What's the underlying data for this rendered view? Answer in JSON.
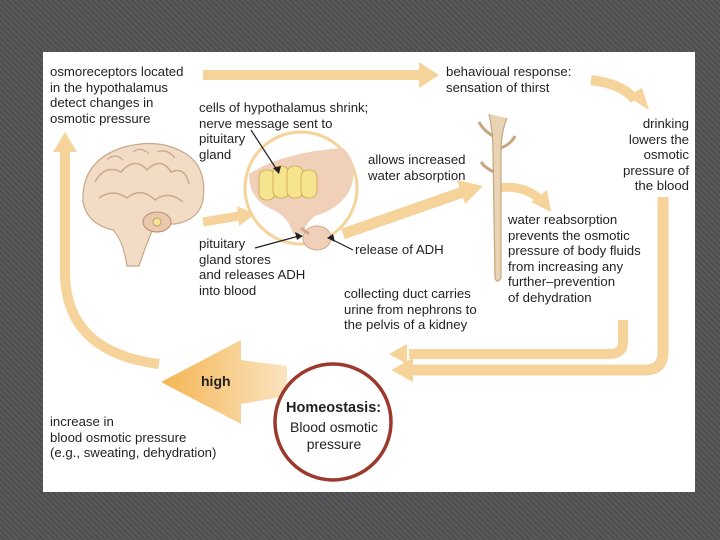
{
  "colors": {
    "arrow": "#f6d39a",
    "arrow_dark": "#f3b553",
    "circle_ring": "#9b3a2c",
    "text": "#231f20",
    "brain": "#f2dcc6",
    "gland": "#f0d0b8",
    "pituitary_yellow": "#f6e58e"
  },
  "labels": {
    "osmoreceptors": "osmoreceptors located\nin the hypothalamus\ndetect changes in\nosmotic pressure",
    "behavioural": "behavioual response:\nsensation of thirst",
    "drinking": "drinking\nlowers the\nosmotic\npressure of\nthe blood",
    "cells_shrink": "cells of hypothalamus shrink;\nnerve message sent to\npituitary\ngland",
    "allows_water": "allows increased\nwater absorption",
    "water_reabsorption": "water reabsorption\nprevents the osmotic\npressure of body fluids\nfrom increasing any\nfurther–prevention\nof dehydration",
    "pituitary_stores": "pituitary\ngland stores\nand releases ADH\ninto blood",
    "release_adh": "release of ADH",
    "collecting_duct": "collecting duct carries\nurine from nephrons to\nthe pelvis of a kidney",
    "high": "high",
    "increase_in": "increase in\nblood osmotic pressure\n(e.g., sweating, dehydration)",
    "homeostasis_title": "Homeostasis:",
    "homeostasis_body": "Blood osmotic\npressure"
  },
  "icons": [
    "brain-illustration",
    "pituitary-illustration",
    "collecting-duct-illustration"
  ]
}
